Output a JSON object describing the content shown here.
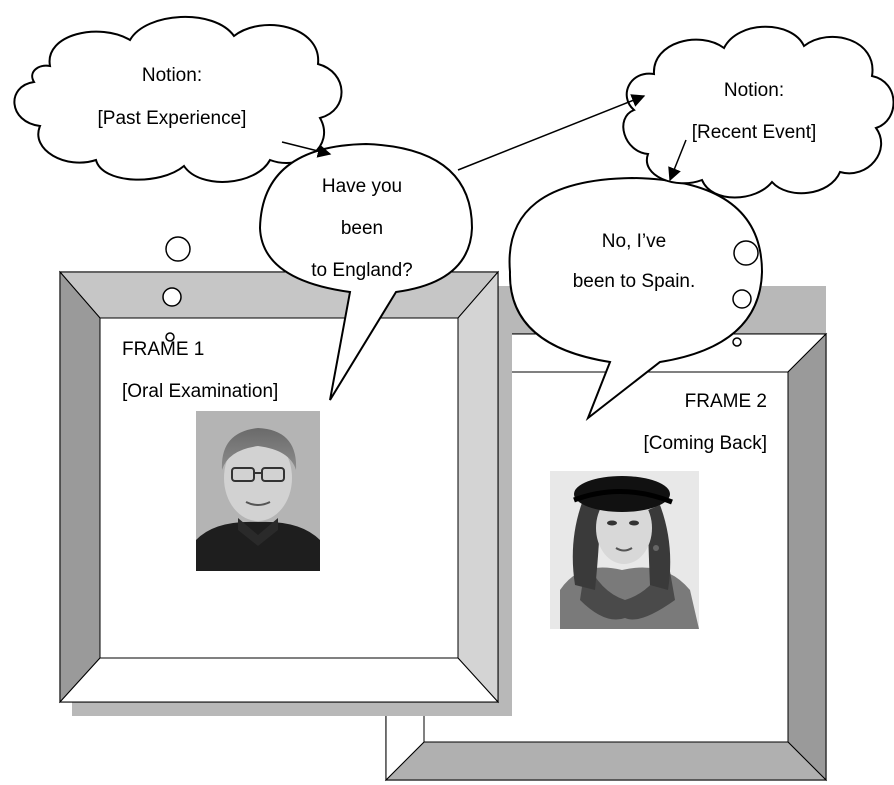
{
  "notion_left": {
    "title": "Notion:",
    "value": "[Past Experience]"
  },
  "notion_right": {
    "title": "Notion:",
    "value": "[Recent Event]"
  },
  "bubble_question": {
    "line1": "Have you",
    "line2": "been",
    "line3": "to England?"
  },
  "bubble_answer": {
    "line1": "No, I’ve",
    "line2": "been to Spain."
  },
  "frame1": {
    "title": "FRAME 1",
    "subtitle": "[Oral Examination]",
    "photo_icon": "older-man-portrait"
  },
  "frame2": {
    "title": "FRAME 2",
    "subtitle": "[Coming Back]",
    "photo_icon": "woman-in-beret-portrait"
  },
  "colors": {
    "bevel_dark": "#9a9a9a",
    "bevel_light": "#d4d4d4",
    "bevel_top": "#c6c6c6",
    "shadow": "#b8b8b8",
    "ink": "#000000"
  }
}
